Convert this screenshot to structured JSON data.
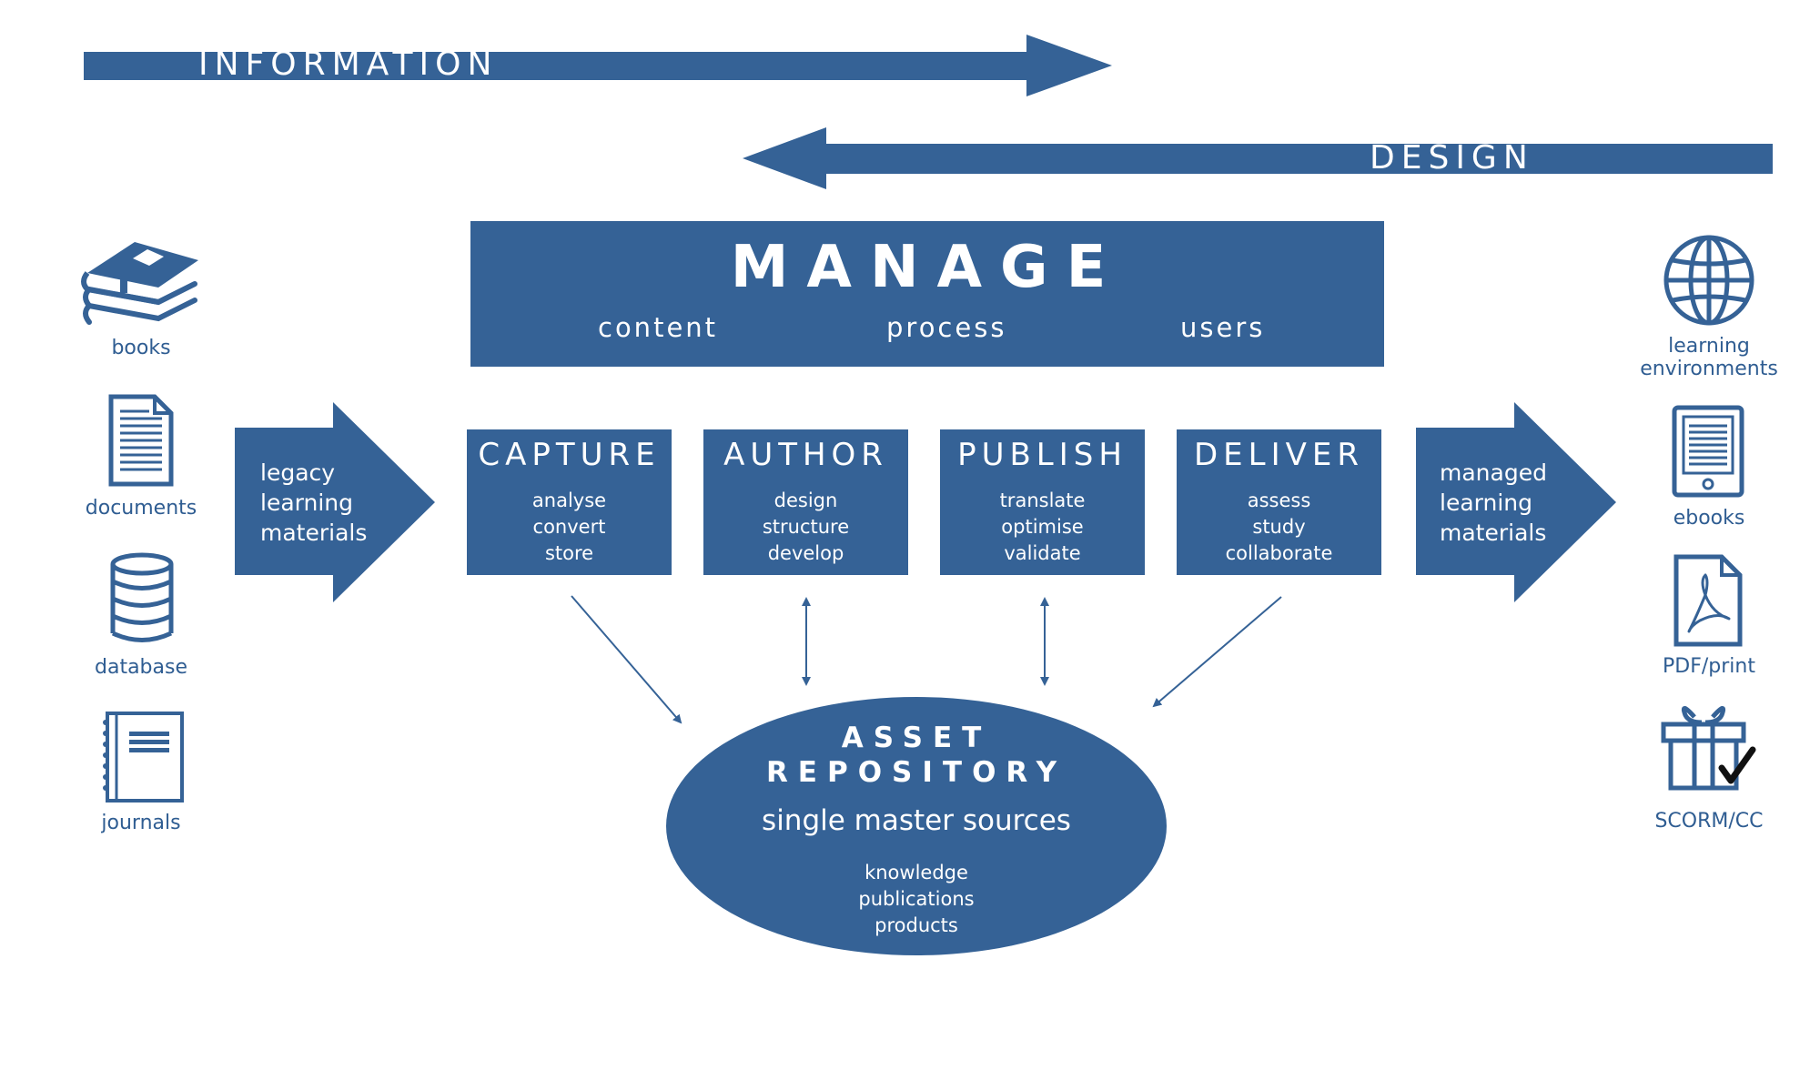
{
  "information_label": "INFORMATION",
  "design_label": "DESIGN",
  "manage": {
    "title": "MANAGE",
    "subs": [
      "content",
      "process",
      "users"
    ]
  },
  "inputs": [
    {
      "label": "books",
      "icon": "books-icon"
    },
    {
      "label": "documents",
      "icon": "document-icon"
    },
    {
      "label": "database",
      "icon": "database-icon"
    },
    {
      "label": "journals",
      "icon": "journal-icon"
    }
  ],
  "input_arrow": [
    "legacy",
    "learning",
    "materials"
  ],
  "stages": [
    {
      "title": "CAPTURE",
      "subs": [
        "analyse",
        "convert",
        "store"
      ]
    },
    {
      "title": "AUTHOR",
      "subs": [
        "design",
        "structure",
        "develop"
      ]
    },
    {
      "title": "PUBLISH",
      "subs": [
        "translate",
        "optimise",
        "validate"
      ]
    },
    {
      "title": "DELIVER",
      "subs": [
        "assess",
        "study",
        "collaborate"
      ]
    }
  ],
  "output_arrow": [
    "managed",
    "learning",
    "materials"
  ],
  "repository": {
    "title_line1": "ASSET",
    "title_line2": "REPOSITORY",
    "subtitle": "single master sources",
    "items": [
      "knowledge",
      "publications",
      "products"
    ]
  },
  "outputs": [
    {
      "label_line1": "learning",
      "label_line2": "environments",
      "icon": "globe-icon"
    },
    {
      "label_line1": "ebooks",
      "label_line2": "",
      "icon": "ereader-icon"
    },
    {
      "label_line1": "PDF/print",
      "label_line2": "",
      "icon": "pdf-icon"
    },
    {
      "label_line1": "SCORM/CC",
      "label_line2": "",
      "icon": "gift-check-icon"
    }
  ],
  "colors": {
    "primary": "#356296",
    "background": "#ffffff",
    "check": "#111111"
  }
}
